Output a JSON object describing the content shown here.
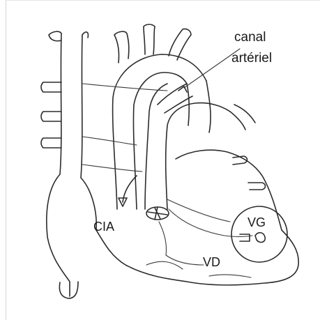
{
  "labels": {
    "canal": "canal",
    "arteriel": "artériel",
    "cia": "CIA",
    "vg": "VG",
    "vd": "VD"
  },
  "colors": {
    "line": "#2b2b2b",
    "background": "#ffffff"
  }
}
